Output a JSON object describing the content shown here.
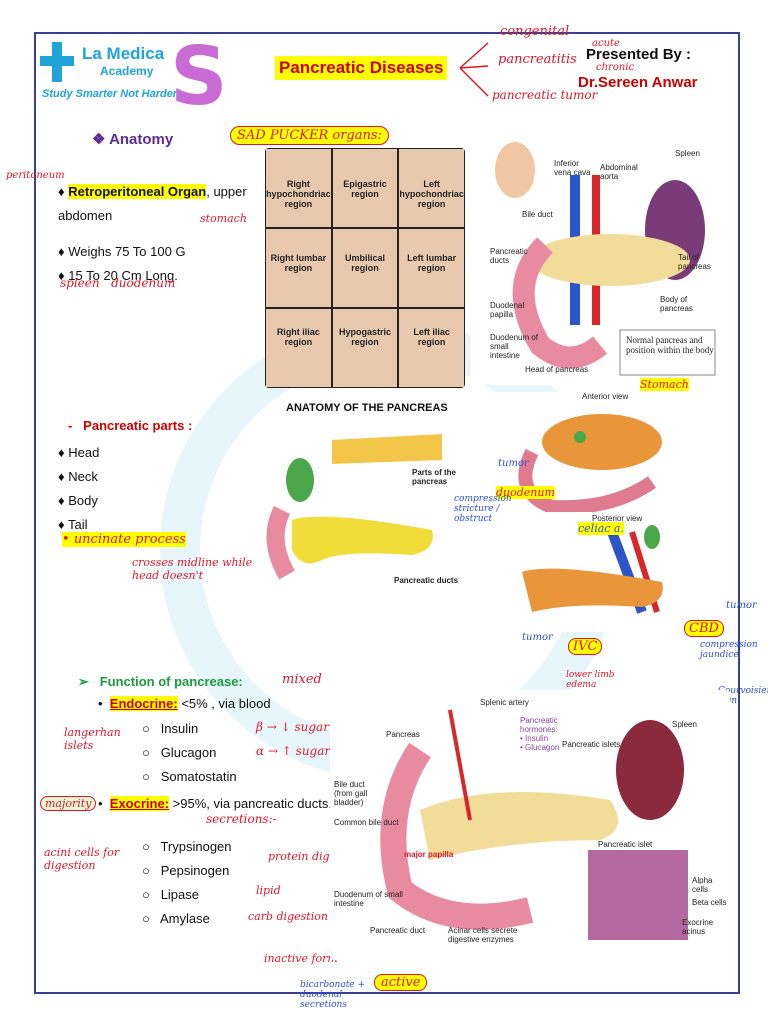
{
  "header": {
    "logo_name": "La Medica",
    "logo_sub": "Academy",
    "logo_tagline": "Study Smarter Not Harder",
    "title": "Pancreatic Diseases",
    "presented_by": "Presented By :",
    "author": "Dr.Sereen Anwar",
    "notes": [
      "congenital",
      "pancreatitis",
      "acute",
      "chronic",
      "pancreatic tumor"
    ]
  },
  "anatomy": {
    "heading": "Anatomy",
    "retro_label": "Retroperitoneal Organ",
    "retro_rest": ", upper abdomen",
    "weighs": "Weighs 75 To 100 G",
    "length": "15 To 20 Cm Long.",
    "note_peritoneum": "peritoneum",
    "note_spleen": "spleen",
    "note_duodenum": "duodenum",
    "note_stomach": "stomach",
    "sad_pucker": "SAD PUCKER organs:"
  },
  "regions": [
    "Right hypochondriac region",
    "Epigastric region",
    "Left hypochondriac region",
    "Right lumbar region",
    "Umbilical region",
    "Left lumbar region",
    "Right iliac region",
    "Hypogastric region",
    "Left iliac region"
  ],
  "pancreas_image_labels": {
    "ivc": "Inferior vena cava",
    "aorta": "Abdominal aorta",
    "spleen": "Spleen",
    "bile_duct": "Bile duct",
    "pancreatic_ducts": "Pancreatic ducts",
    "tail": "Tail of pancreas",
    "body": "Body of pancreas",
    "duodenal_papilla": "Duodenal papilla",
    "duodenum": "Duodenum of small intestine",
    "head": "Head of pancreas",
    "caption": "Normal pancreas and position within the body"
  },
  "parts": {
    "heading": "Pancreatic parts :",
    "items": [
      "Head",
      "Neck",
      "Body",
      "Tail"
    ],
    "uncinate": "uncinate process",
    "uncinate_note": "crosses midline while head doesn't",
    "diagram_title": "ANATOMY OF THE PANCREAS",
    "diagram_caption": "Pancreatic ducts",
    "parts_label": "Parts of the pancreas"
  },
  "nodes_notes": {
    "stomach": "Stomach",
    "tumor": "tumor",
    "duodenum": "duodenum",
    "compression": "compression stricture / obstruction",
    "celiac": "celiac a.",
    "cbd": "CBD",
    "ivc": "IVC",
    "jaundice": "compression jaundice",
    "edema": "lower limb edema",
    "courvoisier": "Courvoisier sign",
    "nodes_anterior": "Anterior view",
    "nodes_posterior": "Posterior view"
  },
  "function": {
    "heading": "Function of pancrease:",
    "mixed": "mixed",
    "endocrine_label": "Endocrine:",
    "endocrine_rest": "<5% , via blood",
    "endo_items": [
      "Insulin",
      "Glucagon",
      "Somatostatin"
    ],
    "endo_notes": [
      "β → ↓ sugar",
      "α → ↑ sugar"
    ],
    "islets": "langerhan islets",
    "exocrine_label": "Exocrine:",
    "exocrine_rest": ">95%, via pancreatic ducts.",
    "secretions": "secretions:-",
    "exo_items": [
      "Trypsinogen",
      "Pepsinogen",
      "Lipase",
      "Amylase"
    ],
    "exo_notes": [
      "protein digestion",
      "lipid",
      "carb digestion"
    ],
    "majority": "majority",
    "acini": "acini cells for digestion",
    "inactive": "inactive form",
    "active": "active",
    "bicarb": "bicarbonate + duodenal secretions"
  },
  "islet_image_labels": {
    "splenic_artery": "Splenic artery",
    "pancreas": "Pancreas",
    "hormones": "Pancreatic hormones:",
    "insulin": "• Insulin",
    "glucagon": "• Glucagon",
    "islets": "Pancreatic islets",
    "spleen": "Spleen",
    "bile_duct": "Bile duct (from gall bladder)",
    "cbd": "Common bile duct",
    "duodenum": "Duodenum of small intestine",
    "duct": "Pancreatic duct",
    "acinar": "Acinar cells secrete digestive enzymes",
    "islet": "Pancreatic islet",
    "alpha": "Alpha cells",
    "beta": "Beta cells",
    "exocrine": "Exocrine acinus",
    "major_papilla": "major papilla"
  }
}
